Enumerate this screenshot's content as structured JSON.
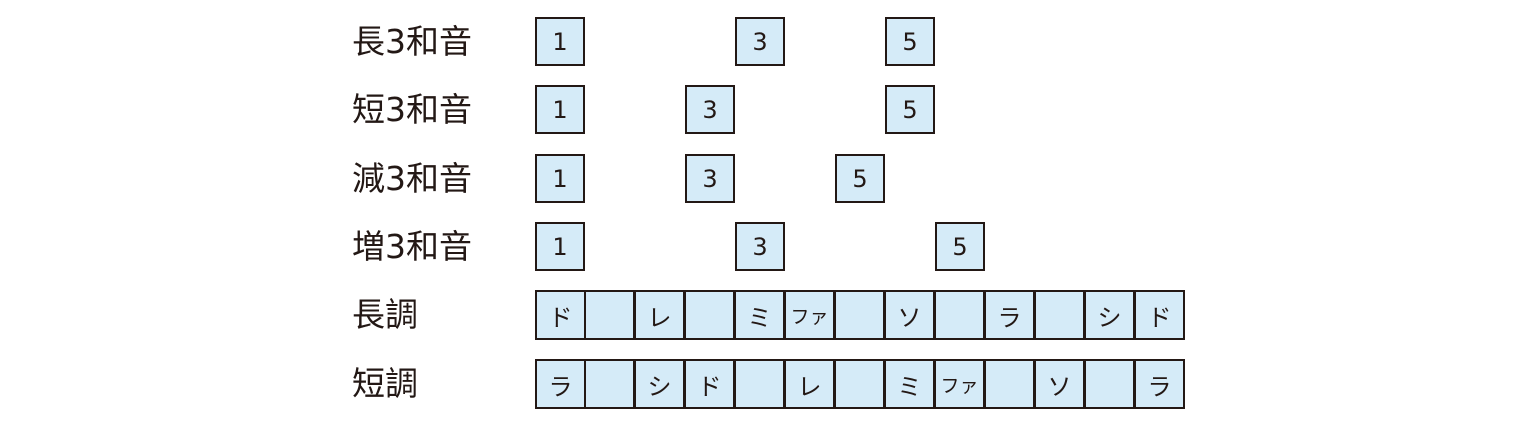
{
  "colors": {
    "cell_fill": "#d5ebf8",
    "cell_border": "#231815",
    "text": "#231815"
  },
  "chords": [
    {
      "label": "長3和音",
      "degrees": [
        {
          "slot": 0,
          "text": "1"
        },
        {
          "slot": 4,
          "text": "3"
        },
        {
          "slot": 7,
          "text": "5"
        }
      ]
    },
    {
      "label": "短3和音",
      "degrees": [
        {
          "slot": 0,
          "text": "1"
        },
        {
          "slot": 3,
          "text": "3"
        },
        {
          "slot": 7,
          "text": "5"
        }
      ]
    },
    {
      "label": "減3和音",
      "degrees": [
        {
          "slot": 0,
          "text": "1"
        },
        {
          "slot": 3,
          "text": "3"
        },
        {
          "slot": 6,
          "text": "5"
        }
      ]
    },
    {
      "label": "増3和音",
      "degrees": [
        {
          "slot": 0,
          "text": "1"
        },
        {
          "slot": 4,
          "text": "3"
        },
        {
          "slot": 8,
          "text": "5"
        }
      ]
    }
  ],
  "scales": [
    {
      "label": "長調",
      "cells": [
        "ド",
        "",
        "レ",
        "",
        "ミ",
        "ファ",
        "",
        "ソ",
        "",
        "ラ",
        "",
        "シ",
        "ド"
      ]
    },
    {
      "label": "短調",
      "cells": [
        "ラ",
        "",
        "シ",
        "ド",
        "",
        "レ",
        "",
        "ミ",
        "ファ",
        "",
        "ソ",
        "",
        "ラ"
      ]
    }
  ]
}
